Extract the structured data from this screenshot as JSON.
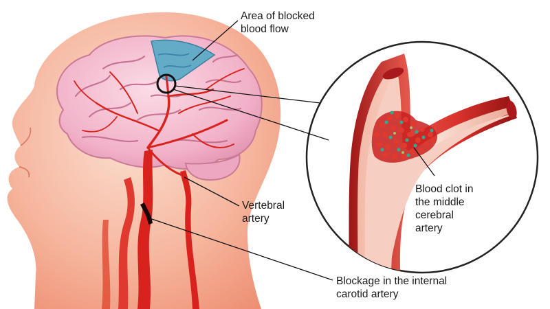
{
  "labels": {
    "blocked_area": [
      "Area of blocked",
      "blood flow"
    ],
    "blood_clot": [
      "Blood clot in",
      "the middle",
      "cerebral",
      "artery"
    ],
    "vertebral": [
      "Vertebral",
      "artery"
    ],
    "carotid": [
      "Blockage in the internal",
      "carotid artery"
    ]
  },
  "colors": {
    "skin": "#f2a388",
    "skin_light": "#f9cdbb",
    "brain": "#f4b7cd",
    "brain_fold": "#d98aa8",
    "artery": "#d8221d",
    "artery_dark": "#8f1010",
    "ischemic": "#5fa7c6",
    "clot_red": "#c9201e",
    "clot_teal": "#3aa58c"
  }
}
